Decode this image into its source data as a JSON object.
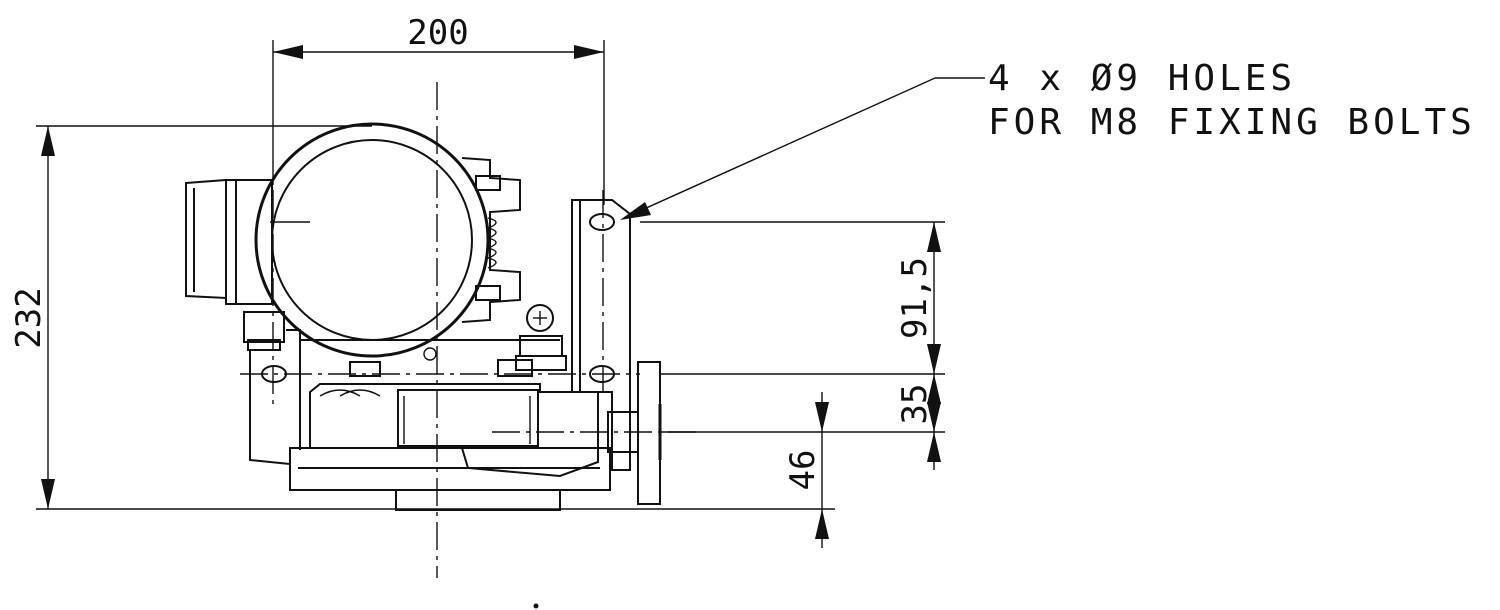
{
  "dimensions": {
    "width": "200",
    "height": "232",
    "hole_spacing": "91,5",
    "lower_offset": "35",
    "axis_height": "46"
  },
  "note": {
    "line1": "4 x Ø9 HOLES",
    "line2": "FOR M8 FIXING BOLTS"
  }
}
